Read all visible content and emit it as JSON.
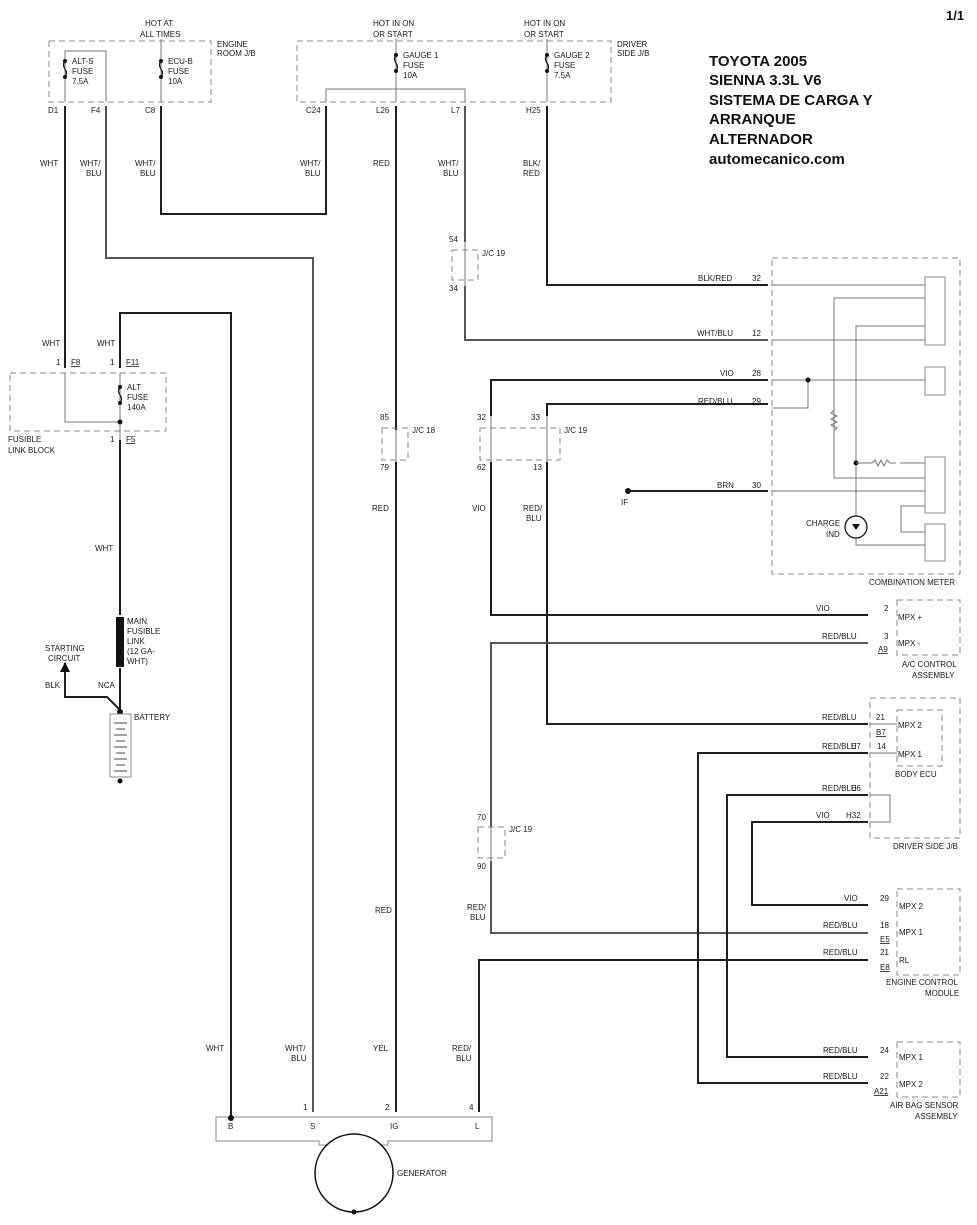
{
  "page_number": "1/1",
  "title_block": {
    "lines": [
      "TOYOTA 2005",
      "SIENNA 3.3L V6",
      "SISTEMA DE CARGA Y",
      "ARRANQUE",
      "ALTERNADOR",
      "automecanico.com"
    ]
  },
  "power_sources": {
    "hot_at_all_times": [
      "HOT AT",
      "ALL TIMES"
    ],
    "hot_in_on_start_1": [
      "HOT IN ON",
      "OR START"
    ],
    "hot_in_on_start_2": [
      "HOT IN ON",
      "OR START"
    ]
  },
  "engine_room_jb": {
    "label": [
      "ENGINE",
      "ROOM J/B"
    ],
    "fuses": [
      {
        "name": [
          "ALT-S",
          "FUSE",
          "7.5A"
        ]
      },
      {
        "name": [
          "ECU-B",
          "FUSE",
          "10A"
        ]
      }
    ],
    "pins": [
      "D1",
      "F4",
      "C8"
    ]
  },
  "driver_side_jb_top": {
    "label": [
      "DRIVER",
      "SIDE J/B"
    ],
    "fuses": [
      {
        "name": [
          "GAUGE 1",
          "FUSE",
          "10A"
        ]
      },
      {
        "name": [
          "GAUGE 2",
          "FUSE",
          "7.5A"
        ]
      }
    ],
    "pins": [
      "C24",
      "L26",
      "L7",
      "H25"
    ]
  },
  "wire_colors_top": {
    "d1": "WHT",
    "f4": [
      "WHT/",
      "BLU"
    ],
    "c8": [
      "WHT/",
      "BLU"
    ],
    "c24": [
      "WHT/",
      "BLU"
    ],
    "l26": "RED",
    "l7": [
      "WHT/",
      "BLU"
    ],
    "h25": [
      "BLK/",
      "RED"
    ]
  },
  "junction_connectors": {
    "jc19_top": {
      "label": "J/C 19",
      "pin_in": "54",
      "pin_out": "34"
    },
    "jc18": {
      "label": "J/C 18",
      "pin_in": "85",
      "pin_out": "79"
    },
    "jc19_mid": {
      "label": "J/C 19",
      "pins_in": [
        "32",
        "33"
      ],
      "pins_out": [
        "62",
        "13"
      ]
    },
    "jc19_low": {
      "label": "J/C 19",
      "pin_in": "70",
      "pin_out": "90"
    }
  },
  "fusible_link_block": {
    "label": [
      "FUSIBLE",
      "LINK BLOCK"
    ],
    "wire_in_left": "WHT",
    "wire_in_right": "WHT",
    "pin_left": {
      "num": "1",
      "conn": "F8"
    },
    "pin_right": {
      "num": "1",
      "conn": "F11"
    },
    "pin_out": {
      "num": "1",
      "conn": "F5"
    },
    "fuse": [
      "ALT",
      "FUSE",
      "140A"
    ],
    "wire_out": "WHT"
  },
  "main_fusible_link": [
    "MAIN",
    "FUSIBLE",
    "LINK",
    "(12 GA-",
    "WHT)"
  ],
  "battery": {
    "label": "BATTERY",
    "starting_circuit": [
      "STARTING",
      "CIRCUIT"
    ],
    "blk": "BLK",
    "nca": "NCA"
  },
  "combination_meter": {
    "label": "COMBINATION METER",
    "charge_ind": [
      "CHARGE",
      "IND"
    ],
    "wires": [
      {
        "color": "BLK/RED",
        "pin": "32"
      },
      {
        "color": "WHT/BLU",
        "pin": "12"
      },
      {
        "color": "VIO",
        "pin": "28"
      },
      {
        "color": "RED/BLU",
        "pin": "29"
      },
      {
        "color": "BRN",
        "pin": "30"
      }
    ],
    "ground": "IF"
  },
  "mid_wire_colors": {
    "jc18_out": "RED",
    "jc19_62": "VIO",
    "jc19_13": [
      "RED/",
      "BLU"
    ]
  },
  "ac_control": {
    "label": [
      "A/C CONTROL",
      "ASSEMBLY"
    ],
    "connector": "A9",
    "pins": [
      {
        "color": "VIO",
        "pin": "2",
        "name": "MPX +"
      },
      {
        "color": "RED/BLU",
        "pin": "3",
        "name": "MPX -"
      }
    ]
  },
  "body_ecu": {
    "label": "BODY ECU",
    "connector": "B7",
    "pins": [
      {
        "color": "RED/BLU",
        "pin": "21",
        "name": "MPX 2"
      },
      {
        "color": "RED/BLU",
        "conn": "E7",
        "pin": "14",
        "name": "MPX 1"
      }
    ]
  },
  "driver_side_jb_bottom": {
    "label": "DRIVER SIDE J/B",
    "pins": [
      {
        "color": "RED/BLU",
        "conn": "E6"
      },
      {
        "color": "VIO",
        "conn": "H32"
      }
    ]
  },
  "ecm": {
    "label": [
      "ENGINE CONTROL",
      "MODULE"
    ],
    "pins": [
      {
        "color": "VIO",
        "pin": "29",
        "name": "MPX 2",
        "conn": ""
      },
      {
        "color": "RED/BLU",
        "pin": "18",
        "name": "MPX 1",
        "conn": "E5"
      },
      {
        "color": "RED/BLU",
        "pin": "21",
        "name": "RL",
        "conn": "E8"
      }
    ]
  },
  "airbag": {
    "label": [
      "AIR BAG SENSOR",
      "ASSEMBLY"
    ],
    "connector": "A21",
    "pins": [
      {
        "color": "RED/BLU",
        "pin": "24",
        "name": "MPX 1"
      },
      {
        "color": "RED/BLU",
        "pin": "22",
        "name": "MPX 2"
      }
    ]
  },
  "jc19_low_out_color": [
    "RED/",
    "BLU"
  ],
  "red_lower": "RED",
  "generator": {
    "label": "GENERATOR",
    "terminals": [
      "B",
      "S",
      "IG",
      "L"
    ],
    "pins": [
      "",
      "1",
      "2",
      "4"
    ],
    "wire_colors": [
      [
        "WHT"
      ],
      [
        "WHT/",
        "BLU"
      ],
      [
        "YEL"
      ],
      [
        "RED/",
        "BLU"
      ]
    ]
  }
}
